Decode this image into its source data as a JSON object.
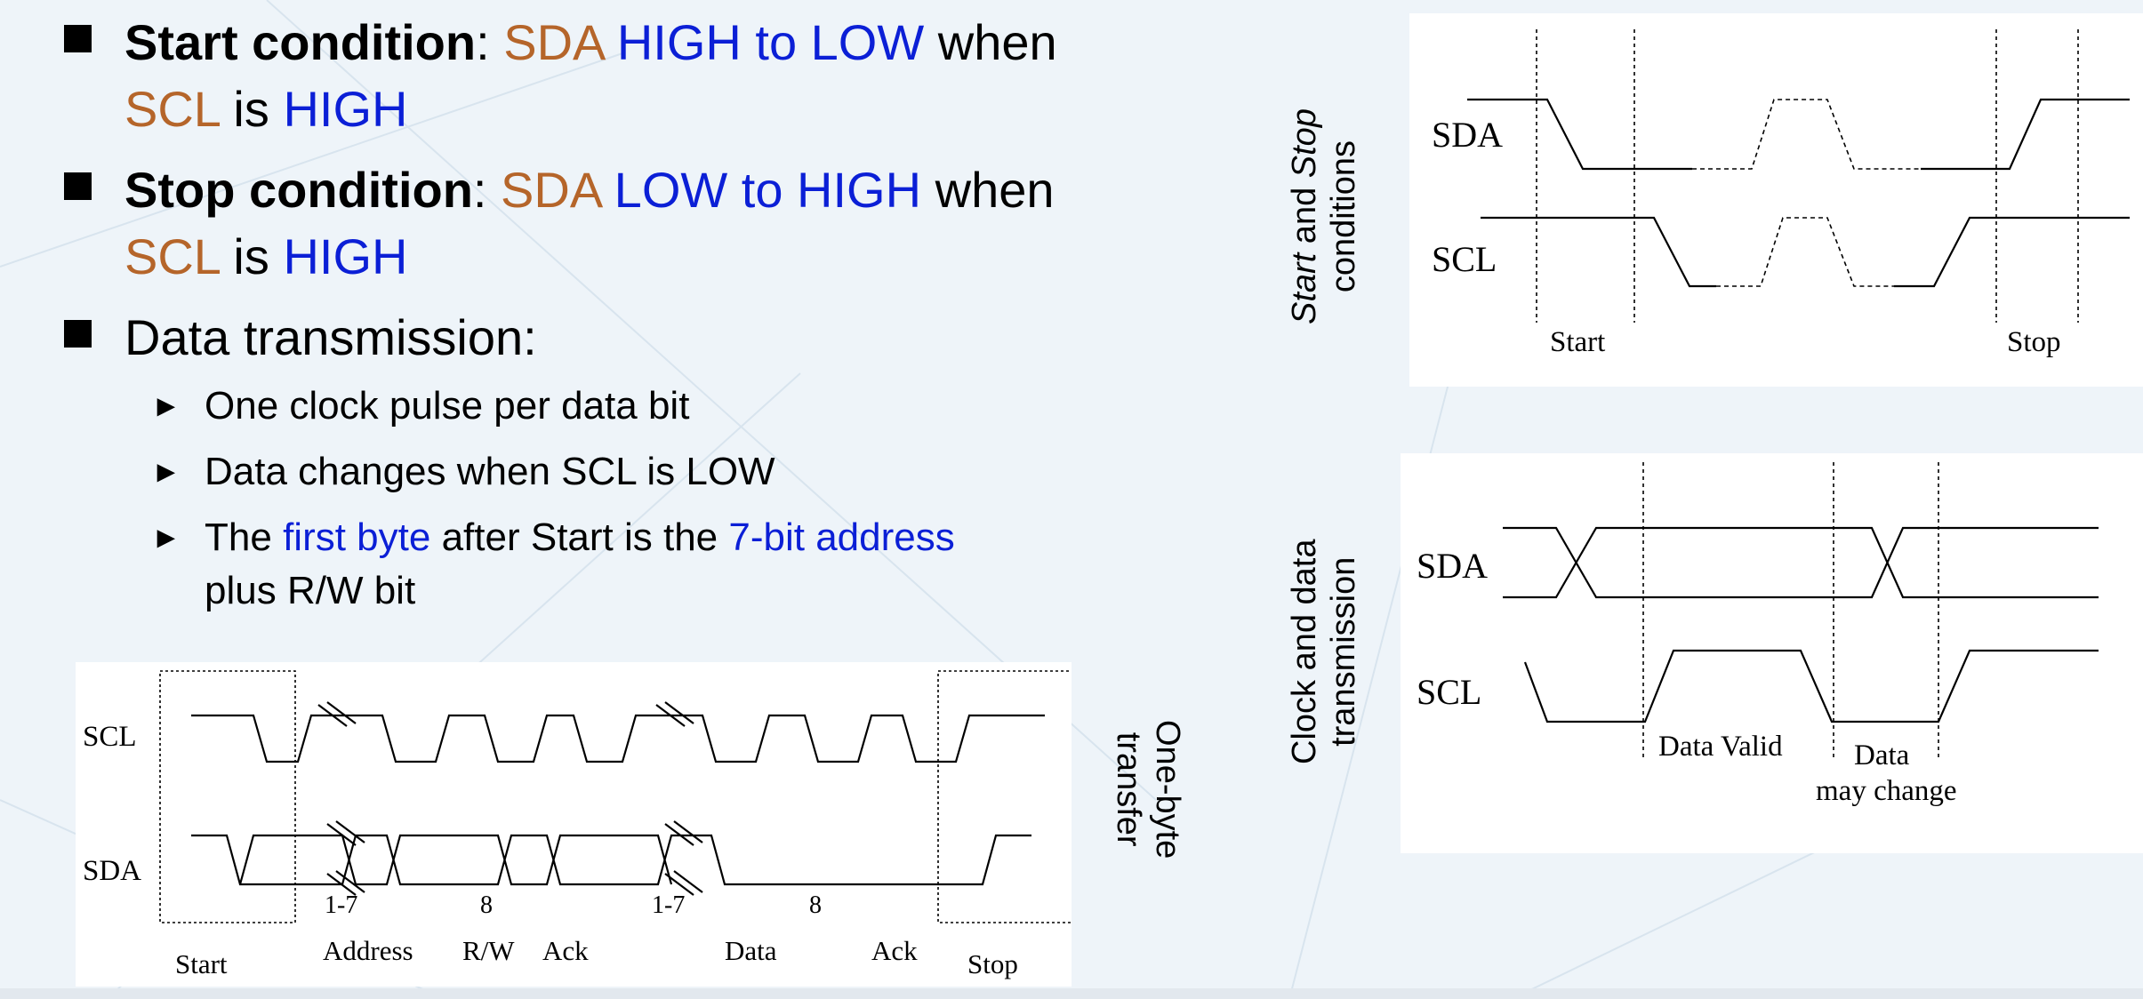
{
  "bullets": {
    "start": {
      "label": "Start condition",
      "colon": ":",
      "sda": "SDA",
      "transition": "HIGH to LOW",
      "when": "when",
      "scl": "SCL",
      "is": "is",
      "high": "HIGH"
    },
    "stop": {
      "label": "Stop condition",
      "colon": ":",
      "sda": "SDA",
      "transition": "LOW to HIGH",
      "when": "when",
      "scl": "SCL",
      "is": "is",
      "high": "HIGH"
    },
    "data": {
      "label": "Data transmission:",
      "sub": [
        {
          "text": "One clock pulse per data bit"
        },
        {
          "text": "Data changes when SCL is LOW"
        },
        {
          "pre": "The",
          "hl1": "first byte",
          "mid": "after Start is the",
          "hl2": "7-bit address",
          "post": "plus R/W bit"
        }
      ]
    }
  },
  "diagram_start_stop": {
    "side_label_em": "Start",
    "side_label_mid": "and",
    "side_label_em2": "Stop",
    "side_label_line2": "conditions",
    "sda_label": "SDA",
    "scl_label": "SCL",
    "start_label": "Start",
    "stop_label": "Stop"
  },
  "diagram_clock_data": {
    "side_label_line1": "Clock and data",
    "side_label_line2": "transmission",
    "sda_label": "SDA",
    "scl_label": "SCL",
    "valid_label": "Data Valid",
    "change_label_1": "Data",
    "change_label_2": "may change"
  },
  "diagram_one_byte": {
    "side_label_line1": "One-byte",
    "side_label_line2": "transfer",
    "scl_label": "SCL",
    "sda_label": "SDA",
    "bits_1": "1-7",
    "bit_8a": "8",
    "bits_2": "1-7",
    "bit_8b": "8",
    "start_label": "Start",
    "address_label": "Address",
    "rw_label": "R/W",
    "ack1_label": "Ack",
    "data_label": "Data",
    "ack2_label": "Ack",
    "stop_label": "Stop"
  },
  "colors": {
    "accent_orange": "#b5652a",
    "accent_blue": "#0b1fd6",
    "background": "#eef4f9"
  }
}
